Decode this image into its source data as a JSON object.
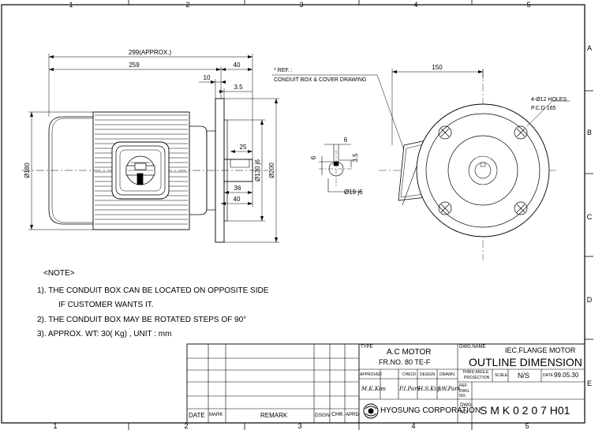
{
  "frame": {
    "columns": [
      "1",
      "2",
      "3",
      "4",
      "5"
    ],
    "rows": [
      "A",
      "B",
      "C",
      "D",
      "E"
    ]
  },
  "dimensions": {
    "overall_length": "299(APPROX.)",
    "body_length": "259",
    "flange_offset": "40",
    "d10": "10",
    "d3_5_flange": "3.5",
    "d25": "25",
    "d36": "36",
    "d40_lower": "40",
    "dia180": "Ø180",
    "dia130": "Ø130 j6",
    "dia200": "Ø200",
    "ref_line1": "* REF. :",
    "ref_line2": "CONDUIT BOX & COVER DRAWING",
    "key_6_top": "6",
    "key_3_5": "3.5",
    "key_6_left": "6",
    "shaft_dia": "Ø19 j6",
    "end_150": "150",
    "holes_line1": "4-Ø12 HOLES",
    "holes_line2": "P.C.D 165"
  },
  "notes": {
    "heading": "<NOTE>",
    "n1a": "1). THE CONDUIT BOX CAN BE LOCATED ON OPPOSITE SIDE",
    "n1b": "IF CUSTOMER WANTS IT.",
    "n2": "2). THE CONDUIT BOX  MAY BE ROTATED STEPS OF 90°",
    "n3": "3). APPROX. WT:  30( Kg) , UNIT :  mm"
  },
  "revision_table": {
    "headers": [
      "DATE",
      "MARK",
      "REMARK",
      "DSGN",
      "CHK",
      "APRD"
    ]
  },
  "title_block": {
    "type_label": "TYPE",
    "type_value1": "A.C MOTOR",
    "type_value2": "FR.NO. 80 TE-F",
    "dwg_name_label": "DWG.NAME",
    "dwg_name1": "IEC.FLANGE MOTOR",
    "dwg_name2": "OUTLINE DIMENSION",
    "approved": "APPROVED",
    "check": "CHECK",
    "design": "DESIGN",
    "drawn": "DRAWN.",
    "projection1": "THIRD ANGLE",
    "projection2": "PROJECTION",
    "scale_label": "SCALE",
    "scale_value": "N/S",
    "date_label": "DATE",
    "date_value": "99.05.30",
    "sig_approved": "M.K.Kim",
    "sig_check": "P.I.Park",
    "sig_design": "H.S.Kim",
    "sig_drawn": "J.W.Park",
    "ref_dwg": "REF.",
    "ref_dwg2": "DWG.",
    "ref_dwg3": "NO.",
    "company": "HYOSUNG CORPORATION",
    "dwg_no_label1": "DWG.",
    "dwg_no_label2": "NO.",
    "dwg_no": "S M K 0 2 0 7 H01"
  }
}
